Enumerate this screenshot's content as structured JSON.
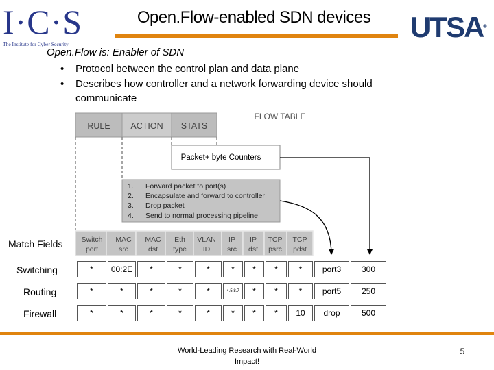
{
  "header": {
    "ics_logo": {
      "mark": "I·C·S",
      "subtitle": "The Institute for Cyber Security"
    },
    "title": "Open.Flow-enabled SDN devices",
    "utsa_logo": {
      "mark": "UTSA",
      "tm": "®"
    }
  },
  "intro": "Open.Flow is: Enabler of SDN",
  "bullets": [
    "Protocol between the control plan and data plane",
    "Describes how controller and a network forwarding device should communicate"
  ],
  "flow_table": {
    "title": "FLOW TABLE",
    "tabs": [
      "RULE",
      "ACTION",
      "STATS"
    ],
    "counters_label": "Packet+ byte Counters",
    "actions": [
      {
        "num": "1.",
        "text": "Forward packet to port(s)"
      },
      {
        "num": "2.",
        "text": "Encapsulate and forward to controller"
      },
      {
        "num": "3.",
        "text": "Drop packet"
      },
      {
        "num": "4.",
        "text": "Send to normal processing pipeline"
      }
    ],
    "match_fields_label": "Match Fields",
    "fields": [
      {
        "l1": "Switch",
        "l2": "port"
      },
      {
        "l1": "MAC",
        "l2": "src"
      },
      {
        "l1": "MAC",
        "l2": "dst"
      },
      {
        "l1": "Eth",
        "l2": "type"
      },
      {
        "l1": "VLAN",
        "l2": "ID"
      },
      {
        "l1": "IP",
        "l2": "src"
      },
      {
        "l1": "IP",
        "l2": "dst"
      },
      {
        "l1": "TCP",
        "l2": "psrc"
      },
      {
        "l1": "TCP",
        "l2": "pdst"
      }
    ]
  },
  "rows": [
    {
      "label": "Switching",
      "values": [
        "*",
        "00:2E",
        "*",
        "*",
        "*",
        "*",
        "*",
        "*",
        "*"
      ],
      "action": "port3",
      "stat": "300"
    },
    {
      "label": "Routing",
      "values": [
        "*",
        "*",
        "*",
        "*",
        "*",
        "4.5.8.7",
        "*",
        "*",
        "*"
      ],
      "action": "port5",
      "stat": "250"
    },
    {
      "label": "Firewall",
      "values": [
        "*",
        "*",
        "*",
        "*",
        "*",
        "*",
        "*",
        "*",
        "10"
      ],
      "action": "drop",
      "stat": "500"
    }
  ],
  "footer": {
    "line1": "World-Leading Research with Real-World",
    "line2": "Impact!"
  },
  "page_number": "5",
  "colors": {
    "accent": "#e0840f",
    "ics_blue": "#27368a",
    "utsa_navy": "#1f3b70",
    "table_gray": "#b8b8b8",
    "tab_active": "#c9c9c9"
  }
}
